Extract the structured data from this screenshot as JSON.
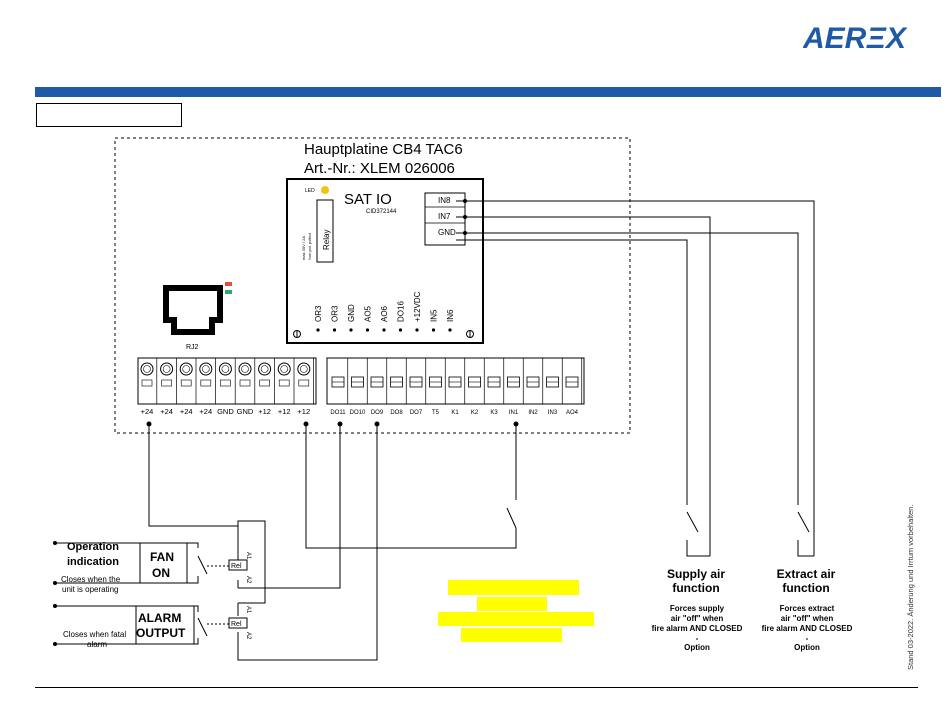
{
  "brand": {
    "logo_text": "AERΞX",
    "color": "#1f5aa6"
  },
  "board": {
    "title_line1": "Hauptplatine CB4 TAC6",
    "title_line2": "Art.-Nr.: XLEM 026006",
    "rj_label": "RJ2"
  },
  "sat_io": {
    "title": "SAT IO",
    "code": "CID372144",
    "led_label": "LED",
    "relay_label": "Relay",
    "relay_note1": "max 30V / 2A",
    "relay_note2": "Non pol. polled",
    "bottom_terminals": [
      "OR3",
      "OR3",
      "GND",
      "AO5",
      "AO6",
      "DO16",
      "+12VDC",
      "IN5",
      "IN6"
    ],
    "right_terminals": [
      "IN8",
      "IN7",
      "GND"
    ]
  },
  "power_terminals": [
    "+24",
    "+24",
    "+24",
    "+24",
    "GND",
    "GND",
    "+12",
    "+12",
    "+12"
  ],
  "io_terminals": [
    "DO11",
    "DO10",
    "DO9",
    "DO8",
    "DO7",
    "T5",
    "K1",
    "K2",
    "K3",
    "IN1",
    "IN2",
    "IN3",
    "AO4"
  ],
  "operation": {
    "title1": "Operation",
    "title2": "indication",
    "note1": "Closes when the",
    "note2": "unit is operating",
    "box1": "FAN",
    "box2": "ON",
    "relay": "Rel",
    "a1": "A1",
    "a2": "A2"
  },
  "alarm": {
    "note1": "Closes when fatal",
    "note2": "alarm",
    "box1": "ALARM",
    "box2": "OUTPUT",
    "relay": "Rel",
    "a1": "A1",
    "a2": "A2"
  },
  "supply": {
    "title1": "Supply air",
    "title2": "function",
    "desc1": "Forces supply",
    "desc2": "air \"off\" when",
    "desc3": "fire alarm AND CLOSED",
    "desc4": "-",
    "desc5": "Option"
  },
  "extract": {
    "title1": "Extract air",
    "title2": "function",
    "desc1": "Forces extract",
    "desc2": "air \"off\" when",
    "desc3": "fire alarm AND CLOSED",
    "desc4": "-",
    "desc5": "Option"
  },
  "footer_note": "Stand 03-2022. Änderung und Irrtum vorbehalten.",
  "colors": {
    "highlight": "#ffff00",
    "header_bar": "#1f5aa6",
    "led": "#f1c40f",
    "led_red": "#e74c3c",
    "led_green": "#27ae60"
  }
}
